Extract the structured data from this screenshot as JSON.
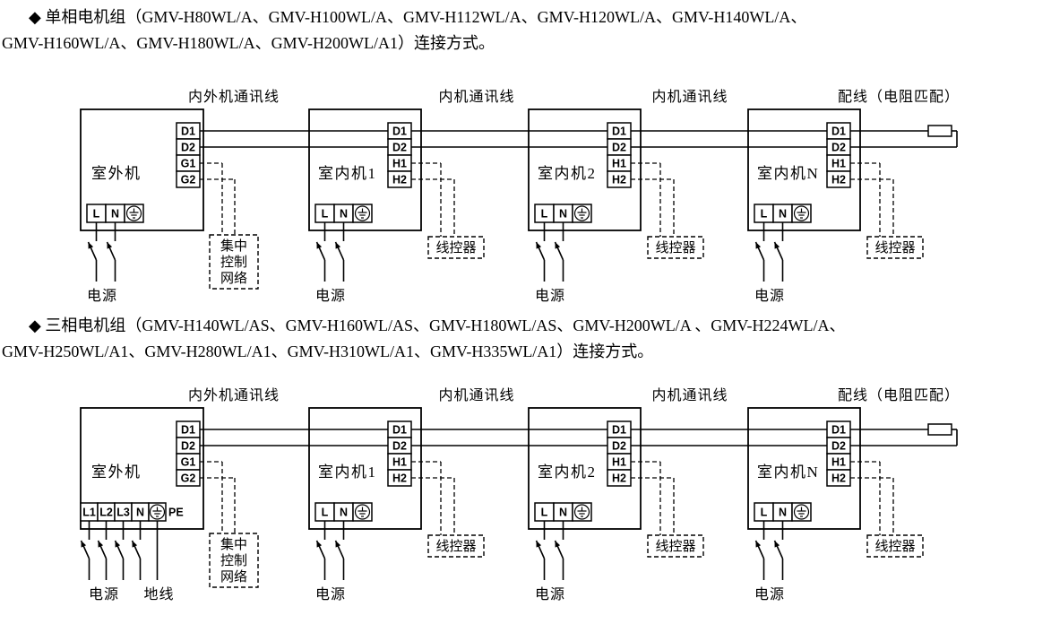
{
  "page": {
    "background": "#ffffff",
    "ink": "#000000"
  },
  "intro_single": {
    "line1": "◆ 单相电机组（GMV-H80WL/A、GMV-H100WL/A、GMV-H112WL/A、GMV-H120WL/A、GMV-H140WL/A、",
    "line2": "GMV-H160WL/A、GMV-H180WL/A、GMV-H200WL/A1）连接方式。"
  },
  "intro_three": {
    "line1": "◆ 三相电机组（GMV-H140WL/AS、GMV-H160WL/AS、GMV-H180WL/AS、GMV-H200WL/A 、GMV-H224WL/A、",
    "line2": "GMV-H250WL/A1、GMV-H280WL/A1、GMV-H310WL/A1、GMV-H335WL/A1）连接方式。"
  },
  "diagrams": [
    {
      "name": "单相电机组连接方式",
      "top_labels": [
        "内外机通讯线",
        "内机通讯线",
        "内机通讯线",
        "配线（电阻匹配）"
      ],
      "central_control_box": {
        "lines": [
          "集中",
          "控制",
          "网络"
        ]
      },
      "wired_controller_label": "线控器",
      "power_label": "电源",
      "ground_wire_label": "",
      "units": [
        {
          "label": "室外机",
          "comm_terminals": [
            "D1",
            "D2",
            "G1",
            "G2"
          ],
          "power_terminals": [
            "L",
            "N",
            "earth-icon"
          ],
          "pe_label": ""
        },
        {
          "label": "室内机1",
          "comm_terminals": [
            "D1",
            "D2",
            "H1",
            "H2"
          ],
          "power_terminals": [
            "L",
            "N",
            "earth-icon"
          ],
          "pe_label": ""
        },
        {
          "label": "室内机2",
          "comm_terminals": [
            "D1",
            "D2",
            "H1",
            "H2"
          ],
          "power_terminals": [
            "L",
            "N",
            "earth-icon"
          ],
          "pe_label": ""
        },
        {
          "label": "室内机N",
          "comm_terminals": [
            "D1",
            "D2",
            "H1",
            "H2"
          ],
          "power_terminals": [
            "L",
            "N",
            "earth-icon"
          ],
          "pe_label": ""
        }
      ]
    },
    {
      "name": "三相电机组连接方式",
      "top_labels": [
        "内外机通讯线",
        "内机通讯线",
        "内机通讯线",
        "配线（电阻匹配）"
      ],
      "central_control_box": {
        "lines": [
          "集中",
          "控制",
          "网络"
        ]
      },
      "wired_controller_label": "线控器",
      "power_label": "电源",
      "ground_wire_label": "地线",
      "units": [
        {
          "label": "室外机",
          "comm_terminals": [
            "D1",
            "D2",
            "G1",
            "G2"
          ],
          "power_terminals": [
            "L1",
            "L2",
            "L3",
            "N",
            "earth-icon"
          ],
          "pe_label": "PE"
        },
        {
          "label": "室内机1",
          "comm_terminals": [
            "D1",
            "D2",
            "H1",
            "H2"
          ],
          "power_terminals": [
            "L",
            "N",
            "earth-icon"
          ],
          "pe_label": ""
        },
        {
          "label": "室内机2",
          "comm_terminals": [
            "D1",
            "D2",
            "H1",
            "H2"
          ],
          "power_terminals": [
            "L",
            "N",
            "earth-icon"
          ],
          "pe_label": ""
        },
        {
          "label": "室内机N",
          "comm_terminals": [
            "D1",
            "D2",
            "H1",
            "H2"
          ],
          "power_terminals": [
            "L",
            "N",
            "earth-icon"
          ],
          "pe_label": ""
        }
      ]
    }
  ]
}
